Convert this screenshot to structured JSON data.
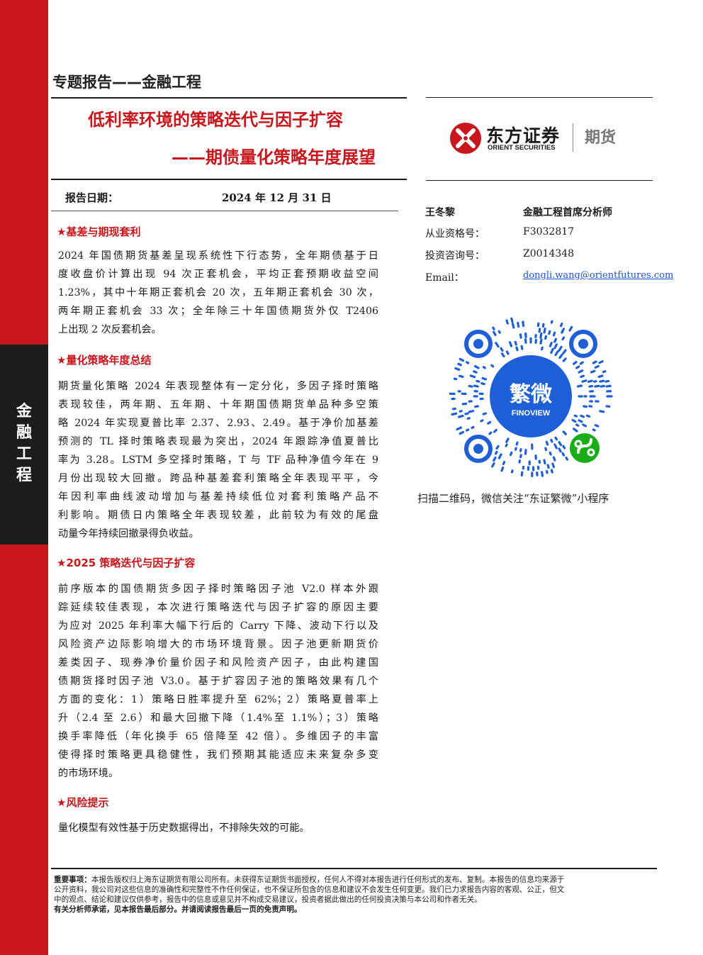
{
  "sidebar": {
    "label_chars": [
      "金",
      "融",
      "工",
      "程"
    ]
  },
  "header": {
    "report_type": "专题报告——金融工程",
    "title_line1": "低利率环境的策略迭代与因子扩容",
    "title_line2": "——期债量化策略年度展望",
    "date_label": "报告日期：",
    "date_value": "2024 年 12 月 31 日"
  },
  "logo": {
    "name_cn": "东方证券",
    "name_en": "ORIENT SECURITIES",
    "division": "期货"
  },
  "analyst": {
    "name": "王冬黎",
    "title": "金融工程首席分析师",
    "qualification_label": "从业资格号：",
    "qualification_value": "F3032817",
    "advisory_label": "投资咨询号：",
    "advisory_value": "Z0014348",
    "email_label": "Email：",
    "email_value": "dongli.wang@orientfutures.com"
  },
  "qr": {
    "center_text": "繁微",
    "center_sub": "FINOVIEW",
    "caption": "扫描二维码，微信关注“东证繁微”小程序"
  },
  "sections": [
    {
      "heading": "★基差与期现套利",
      "lines": [
        "2024 年国债期货基差呈现系统性下行态势，全年期债基于日",
        "度收盘价计算出现 94 次正套机会，平均正套预期收益空间",
        "1.23%，其中十年期正套机会 20 次，五年期正套机会 30 次，",
        "两年期正套机会 33 次；全年除三十年国债期货外仅 T2406",
        "上出现 2 次反套机会。"
      ]
    },
    {
      "heading": "★量化策略年度总结",
      "lines": [
        "期货量化策略 2024 年表现整体有一定分化，多因子择时策略",
        "表现较佳，两年期、五年期、十年期国债期货单品种多空策",
        "略 2024 年实现夏普比率 2.37、2.93、2.49。基于净价加基差",
        "预测的 TL 择时策略表现最为突出，2024 年跟踪净值夏普比",
        "率为 3.28。LSTM 多空择时策略，T 与 TF 品种净值今年在 9",
        "月份出现较大回撤。跨品种基差套利策略全年表现平平，今",
        "年因利率曲线波动增加与基差持续低位对套利策略产品不",
        "利影响。期债日内策略全年表现较差，此前较为有效的尾盘",
        "动量今年持续回撤录得负收益。"
      ]
    },
    {
      "heading": "★2025 策略迭代与因子扩容",
      "lines": [
        "前序版本的国债期货多因子择时策略因子池 V2.0 样本外跟",
        "踪延续较佳表现，本次进行策略迭代与因子扩容的原因主要",
        "为应对 2025 年利率大幅下行后的 Carry 下降、波动下行以及",
        "风险资产边际影响增大的市场环境背景。因子池更新期货价",
        "差类因子、现券净价量价因子和风险资产因子，由此构建国",
        "债期货择时因子池 V3.0。基于扩容因子池的策略效果有几个",
        "方面的变化：1）策略日胜率提升至 62%；2）策略夏普率上",
        "升（2.4 至 2.6）和最大回撤下降（1.4%至 1.1%）；3）策略",
        "换手率降低（年化换手 65 倍降至 42 倍）。多维因子的丰富",
        "使得择时策略更具稳健性，我们预期其能适应未来复杂多变",
        "的市场环境。"
      ]
    },
    {
      "heading": "★风险提示",
      "lines": [
        "量化模型有效性基于历史数据得出，不排除失效的可能。"
      ]
    }
  ],
  "disclaimer": {
    "lead": "重要事项：",
    "line1": "本报告版权归上海东证期货有限公司所有。未获得东证期货书面授权，任何人不得对本报告进行任何形式的发布、复制。本报告的信息均来源于",
    "line2": "公开资料，我公司对这些信息的准确性和完整性不作任何保证，也不保证所包含的信息和建议不会发生任何变更。我们已力求报告内容的客观、公正，但文",
    "line3": "中的观点、结论和建议仅供参考，报告中的信息或意见并不构成交易建议，投资者据此做出的任何投资决策与本公司和作者无关。",
    "line4": "有关分析师承诺，见本报告最后部分。并请阅读报告最后一页的免责声明。"
  },
  "colors": {
    "accent": "#c8161d",
    "dark_block": "#1c1c1c",
    "link": "#1f4fd6",
    "qr_blue": "#1e5fd8",
    "wechat_green": "#1aad19"
  }
}
